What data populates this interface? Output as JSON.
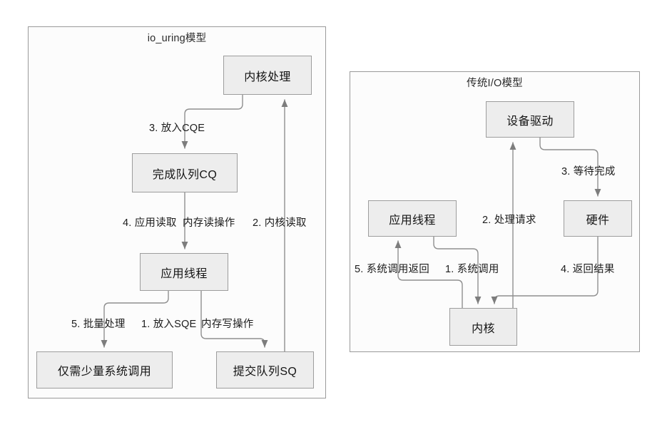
{
  "diagram": {
    "title_left": "io_uring模型",
    "title_right": "传统I/O模型",
    "colors": {
      "node_fill": "#ededed",
      "node_border": "#9d9d9d",
      "panel_border": "#9a9a9a",
      "panel_fill": "#fcfcfc",
      "edge_stroke": "#8f8f8f",
      "text": "#141414"
    }
  },
  "left_panel": {
    "title": "io_uring模型",
    "nodes": [
      {
        "id": "kernel_process",
        "label": "内核处理"
      },
      {
        "id": "completion_queue",
        "label": "完成队列CQ"
      },
      {
        "id": "app_thread",
        "label": "应用线程"
      },
      {
        "id": "few_syscalls",
        "label": "仅需少量系统调用"
      },
      {
        "id": "submit_queue",
        "label": "提交队列SQ"
      }
    ],
    "edge_labels": [
      {
        "id": "put_cqe",
        "label": "3. 放入CQE"
      },
      {
        "id": "app_read",
        "label": "4. 应用读取"
      },
      {
        "id": "mem_read_op",
        "label": "内存读操作"
      },
      {
        "id": "kernel_read",
        "label": "2. 内核读取"
      },
      {
        "id": "batch_process",
        "label": "5. 批量处理"
      },
      {
        "id": "put_sqe",
        "label": "1. 放入SQE"
      },
      {
        "id": "mem_write_op",
        "label": "内存写操作"
      }
    ]
  },
  "right_panel": {
    "title": "传统I/O模型",
    "nodes": [
      {
        "id": "device_driver",
        "label": "设备驱动"
      },
      {
        "id": "app_thread_t",
        "label": "应用线程"
      },
      {
        "id": "hardware",
        "label": "硬件"
      },
      {
        "id": "kernel",
        "label": "内核"
      }
    ],
    "edge_labels": [
      {
        "id": "wait_complete",
        "label": "3. 等待完成"
      },
      {
        "id": "handle_request",
        "label": "2. 处理请求"
      },
      {
        "id": "syscall_return",
        "label": "5. 系统调用返回"
      },
      {
        "id": "syscall",
        "label": "1. 系统调用"
      },
      {
        "id": "return_result",
        "label": "4. 返回结果"
      }
    ]
  }
}
